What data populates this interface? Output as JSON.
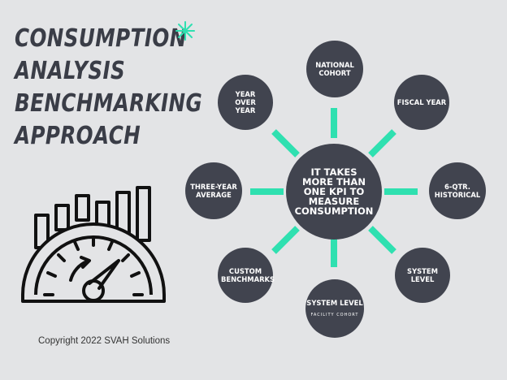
{
  "title": {
    "line1": "CONSUMPTION",
    "line2": "ANALYSIS",
    "line3": "BENCHMARKING",
    "line4": "APPROACH"
  },
  "hub": {
    "label": "IT TAKES MORE THAN ONE KPI TO MEASURE CONSUMPTION"
  },
  "nodes": [
    {
      "label": "NATIONAL COHORT",
      "sub": ""
    },
    {
      "label": "FISCAL YEAR",
      "sub": ""
    },
    {
      "label": "6-QTR. HISTORICAL",
      "sub": ""
    },
    {
      "label": "SYSTEM LEVEL",
      "sub": ""
    },
    {
      "label": "SYSTEM LEVEL",
      "sub": "FACILITY COHORT"
    },
    {
      "label": "CUSTOM BENCHMARKS",
      "sub": ""
    },
    {
      "label": "THREE-YEAR AVERAGE",
      "sub": ""
    },
    {
      "label": "YEAR OVER YEAR",
      "sub": ""
    }
  ],
  "copyright": "Copyright 2022 SVAH Solutions",
  "colors": {
    "accent": "#2fe0b0",
    "node": "#41444f",
    "background": "#e3e4e6",
    "text_dark": "#3a3d47"
  },
  "icons": {
    "sparkle": "sparkle-icon",
    "gauge": "speedometer-chart-icon"
  }
}
